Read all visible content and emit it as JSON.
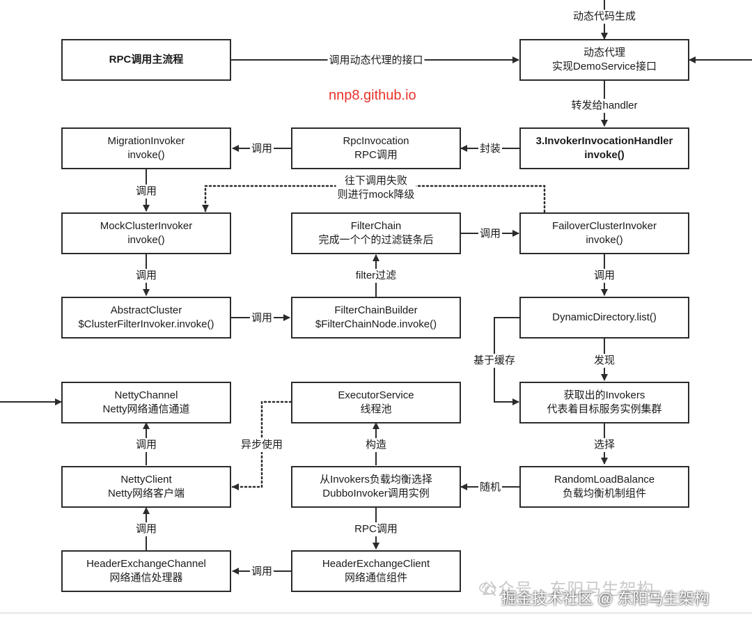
{
  "title": {
    "text": "nnp8.github.io"
  },
  "boxes": {
    "rpc_main": "RPC调用主流程",
    "proxy": [
      "动态代理",
      "实现DemoService接口"
    ],
    "handler": [
      "3.InvokerInvocationHandler",
      "invoke()"
    ],
    "rpc_invocation": [
      "RpcInvocation",
      "RPC调用"
    ],
    "migration": [
      "MigrationInvoker",
      "invoke()"
    ],
    "mock": [
      "MockClusterInvoker",
      "invoke()"
    ],
    "filter_chain": [
      "FilterChain",
      "完成一个个的过滤链条后"
    ],
    "failover": [
      "FailoverClusterInvoker",
      "invoke()"
    ],
    "abstract_cluster": [
      "AbstractCluster",
      "$ClusterFilterInvoker.invoke()"
    ],
    "filter_builder": [
      "FilterChainBuilder",
      "$FilterChainNode.invoke()"
    ],
    "dyn_dir": [
      "DynamicDirectory.list()"
    ],
    "invokers": [
      "获取出的Invokers",
      "代表着目标服务实例集群"
    ],
    "netty_channel": [
      "NettyChannel",
      "Netty网络通信通道"
    ],
    "executor": [
      "ExecutorService",
      "线程池"
    ],
    "netty_client": [
      "NettyClient",
      "Netty网络客户端"
    ],
    "lb_select": [
      "从Invokers负载均衡选择",
      "DubboInvoker调用实例"
    ],
    "random_lb": [
      "RandomLoadBalance",
      "负载均衡机制组件"
    ],
    "hdr_channel": [
      "HeaderExchangeChannel",
      "网络通信处理器"
    ],
    "hdr_client": [
      "HeaderExchangeClient",
      "网络通信组件"
    ]
  },
  "labels": {
    "dyn_gen": "动态代码生成",
    "call_proxy": "调用动态代理的接口",
    "forward": "转发给handler",
    "encap": "封装",
    "call_1": "调用",
    "call_2": "调用",
    "fallback": [
      "往下调用失败",
      "则进行mock降级"
    ],
    "call_3": "调用",
    "call_4": "调用",
    "filter": "filter过滤",
    "call_5": "调用",
    "call_6": "调用",
    "cache": "基于缓存",
    "discover": "发现",
    "async": "异步使用",
    "build": "构造",
    "select": "选择",
    "call_7": "调用",
    "random": "随机",
    "rpc_call": "RPC调用",
    "call_8": "调用",
    "call_9": "调用"
  },
  "watermark": {
    "line1": "公众号 · 东阳马生架构",
    "line2": "掘金技术社区 @ 东阳马生架构"
  },
  "colors": {
    "line": "#2b2b2b",
    "accent": "#e8322a"
  }
}
